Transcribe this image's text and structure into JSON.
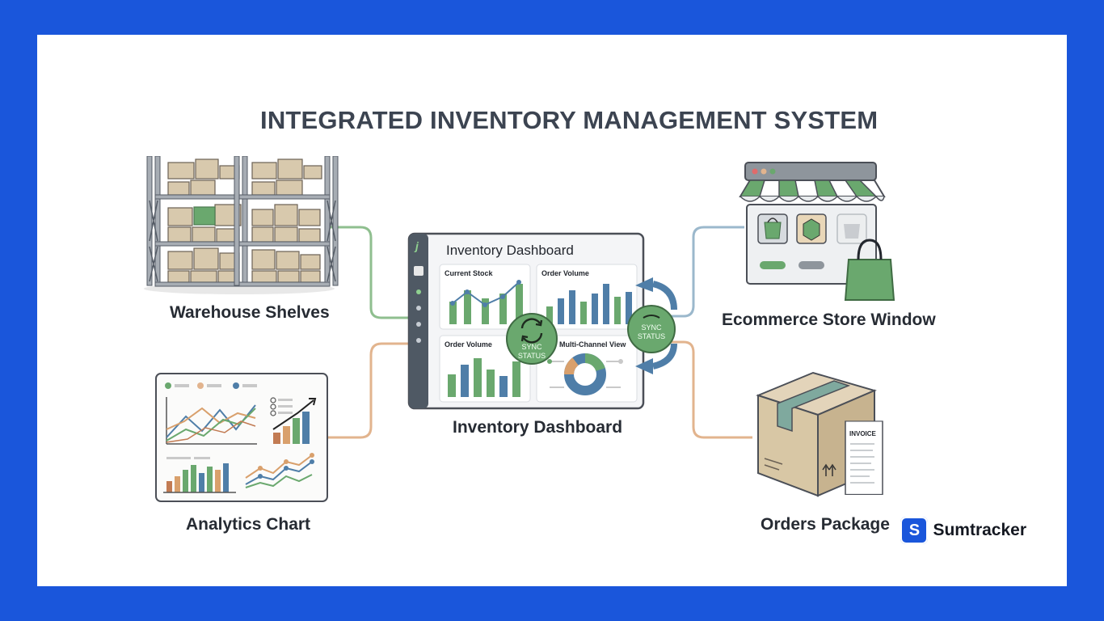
{
  "title": "INTEGRATED INVENTORY MANAGEMENT SYSTEM",
  "nodes": {
    "warehouse": {
      "label": "Warehouse Shelves"
    },
    "analytics": {
      "label": "Analytics Chart"
    },
    "dashboard": {
      "label": "Inventory Dashboard",
      "header": "Inventory Dashboard",
      "sidebar_logo": "j",
      "widgets": [
        "Current Stock",
        "Order Volume",
        "Order Volume",
        "Multi-Channel View"
      ]
    },
    "ecommerce": {
      "label": "Ecommerce Store Window"
    },
    "orders": {
      "label": "Orders Package",
      "invoice_label": "INVOICE"
    }
  },
  "sync": {
    "left": {
      "line1": "SYNC",
      "line2": "STATUS"
    },
    "right": {
      "line1": "SYNC",
      "line2": "STATUS"
    }
  },
  "brand": {
    "name": "Sumtracker",
    "logo_letter": "S"
  },
  "colors": {
    "background": "#1a56db",
    "green": "#6aa86e",
    "blue": "#4f7ea8",
    "tan": "#d8c7a5",
    "connector_green": "#8fbf8f",
    "connector_blue": "#9bb8cc",
    "connector_orange": "#e2b48e"
  }
}
